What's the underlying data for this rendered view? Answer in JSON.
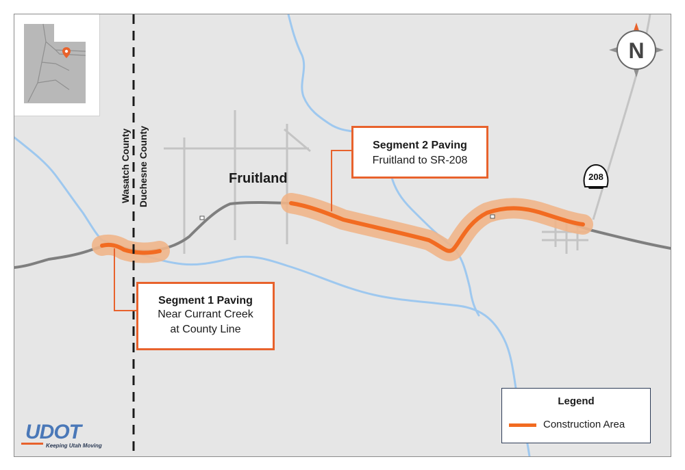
{
  "map": {
    "county_west": "Wasatch County",
    "county_east": "Duchesne County",
    "town": "Fruitland",
    "route_number": "208",
    "north_label": "N"
  },
  "segments": [
    {
      "title": "Segment 2 Paving",
      "description": "Fruitland to SR-208"
    },
    {
      "title": "Segment 1 Paving",
      "description_lines": [
        "Near Currant Creek",
        "at County Line"
      ]
    }
  ],
  "legend": {
    "title": "Legend",
    "item": "Construction Area"
  },
  "logo": {
    "wordmark": "UDOT",
    "tagline": "Keeping Utah Moving"
  },
  "colors": {
    "construction": "#f26b21",
    "construction_halo": "#f0b58a",
    "river": "#9ec8ef",
    "highway": "#7f7f7f",
    "minor_road": "#c4c4c4",
    "land": "#e6e6e6",
    "inset_state": "#b8b8b8"
  },
  "icons": [
    "north-arrow-icon",
    "route-shield-icon",
    "location-pin-icon",
    "udot-logo"
  ]
}
